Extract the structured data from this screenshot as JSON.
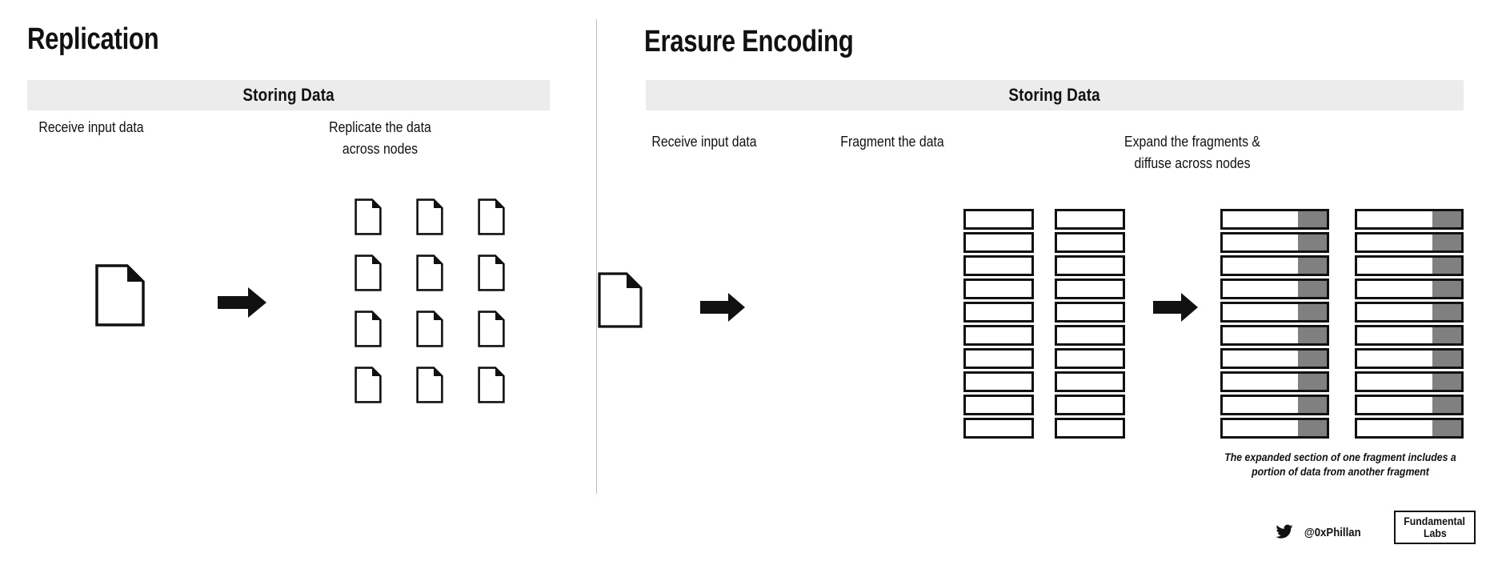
{
  "colors": {
    "band_background": "#ececec",
    "divider": "#bdbdbd",
    "ink": "#111111",
    "fragment_gray": "#808080",
    "page_background": "#ffffff"
  },
  "panels": [
    {
      "id": "replication",
      "title": "Replication",
      "section_band_label": "Storing Data",
      "steps": [
        {
          "id": "receive-input-data",
          "caption": "Receive input data",
          "visual": "single-document"
        },
        {
          "id": "replicate-across-nodes",
          "caption": "Replicate the data\nacross nodes",
          "visual": "document-grid",
          "grid_rows": 4,
          "grid_columns": 3,
          "document_count": 12
        }
      ],
      "arrows": 1
    },
    {
      "id": "erasure-encoding",
      "title": "Erasure Encoding",
      "section_band_label": "Storing Data",
      "steps": [
        {
          "id": "receive-input-data",
          "caption": "Receive input data",
          "visual": "single-document"
        },
        {
          "id": "fragment-the-data",
          "caption": "Fragment the data",
          "visual": "fragment-stacks",
          "stack_count": 2,
          "bars_per_stack": 10
        },
        {
          "id": "expand-and-diffuse",
          "caption": "Expand the fragments &\ndiffuse across nodes",
          "visual": "expanded-fragment-stacks",
          "stack_count": 2,
          "bars_per_stack": 10,
          "white_portion_percent": 72,
          "gray_portion_percent": 28
        }
      ],
      "arrows": 2,
      "footnote": "The expanded section of one fragment includes a\nportion of  data from another fragment"
    }
  ],
  "footer": {
    "twitter_icon": "twitter-bird-icon",
    "handle": "@0xPhillan",
    "brand_line_1": "Fundamental",
    "brand_line_2": "Labs"
  }
}
